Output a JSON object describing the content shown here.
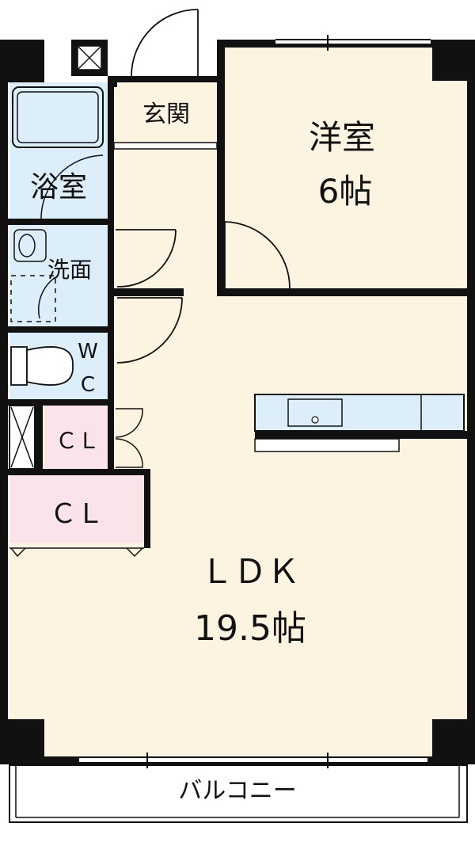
{
  "floorplan": {
    "colors": {
      "wall": "#111111",
      "room_floor": "#fdf3e1",
      "wet_area": "#dceefa",
      "closet": "#fbe3ea",
      "balcony": "#ffffff"
    },
    "rooms": {
      "western_room": {
        "name": "洋室",
        "size": "6帖"
      },
      "ldk": {
        "name": "ＬＤＫ",
        "size": "19.5帖"
      },
      "entrance": {
        "name": "玄関"
      },
      "bathroom": {
        "name": "浴室"
      },
      "washroom": {
        "name": "洗面"
      },
      "toilet": {
        "line1": "W",
        "line2": "C"
      },
      "closet_small": {
        "name": "ＣＬ"
      },
      "closet_large": {
        "name": "ＣＬ"
      },
      "balcony": {
        "name": "バルコニー"
      }
    },
    "fixtures": [
      "bathtub",
      "washbasin",
      "washing-machine",
      "toilet",
      "kitchen-counter",
      "sink"
    ]
  }
}
